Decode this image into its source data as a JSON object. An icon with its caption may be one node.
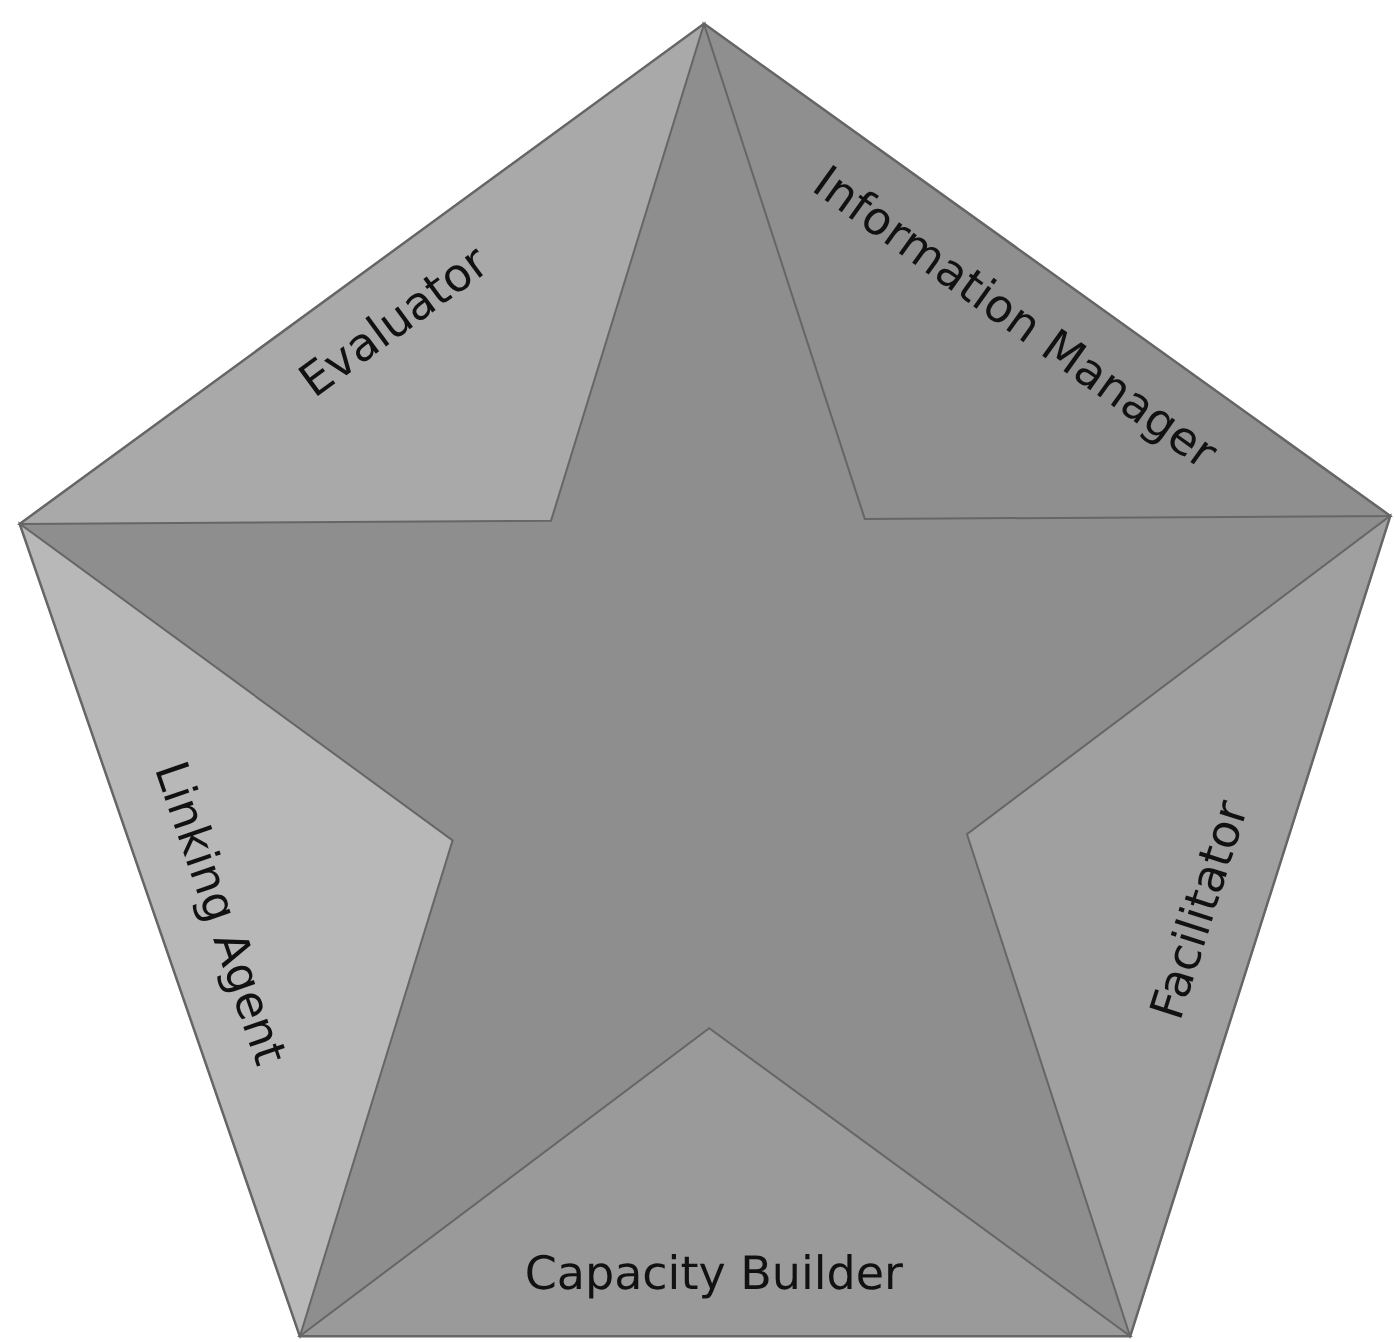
{
  "diagram": {
    "nodes": [
      {
        "text": [
          "Evaluator"
        ]
      },
      {
        "text": [
          "Information Manager"
        ]
      },
      {
        "text": [
          "Linking Agent"
        ]
      },
      {
        "text": [
          "Facilitator"
        ]
      },
      {
        "text": [
          "Capacity Builder"
        ]
      }
    ]
  }
}
